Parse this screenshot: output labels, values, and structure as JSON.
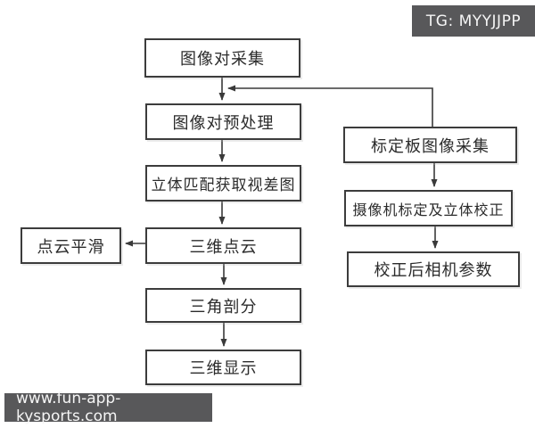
{
  "badge": {
    "text": "TG: MYYJJPP"
  },
  "footer": {
    "url": "www.fun-app-kysports.com"
  },
  "colors": {
    "background": "#ffffff",
    "box_border": "#3c3c3c",
    "line": "#3a3a3a",
    "text": "#2b2b2b",
    "overlay_bg": "#58585a",
    "overlay_text": "#f5f5f5"
  },
  "nodes": {
    "image_capture": {
      "label": "图像对采集"
    },
    "preprocess": {
      "label": "图像对预处理"
    },
    "stereo_match": {
      "label": "立体匹配获取视差图"
    },
    "point_cloud": {
      "label": "三维点云"
    },
    "cloud_smooth": {
      "label": "点云平滑"
    },
    "triangulation": {
      "label": "三角剖分"
    },
    "display_3d": {
      "label": "三维显示"
    },
    "calib_capture": {
      "label": "标定板图像采集"
    },
    "calib_rectify": {
      "label": "摄像机标定及立体校正"
    },
    "calib_params": {
      "label": "校正后相机参数"
    }
  },
  "edges": [
    {
      "from": "image_capture",
      "to": "preprocess",
      "direction": "down"
    },
    {
      "from": "calib_capture_top_feedback",
      "to": "image_capture_to_preprocess_line",
      "direction": "up-left",
      "note": "line from top of calib_capture runs up then left with arrowhead into the vertical line above preprocess"
    },
    {
      "from": "preprocess",
      "to": "stereo_match",
      "direction": "down"
    },
    {
      "from": "stereo_match",
      "to": "point_cloud",
      "direction": "down"
    },
    {
      "from": "point_cloud",
      "to": "cloud_smooth",
      "direction": "left"
    },
    {
      "from": "point_cloud",
      "to": "triangulation",
      "direction": "down"
    },
    {
      "from": "triangulation",
      "to": "display_3d",
      "direction": "down"
    },
    {
      "from": "calib_capture",
      "to": "calib_rectify",
      "direction": "down"
    },
    {
      "from": "calib_rectify",
      "to": "calib_params",
      "direction": "down"
    }
  ]
}
